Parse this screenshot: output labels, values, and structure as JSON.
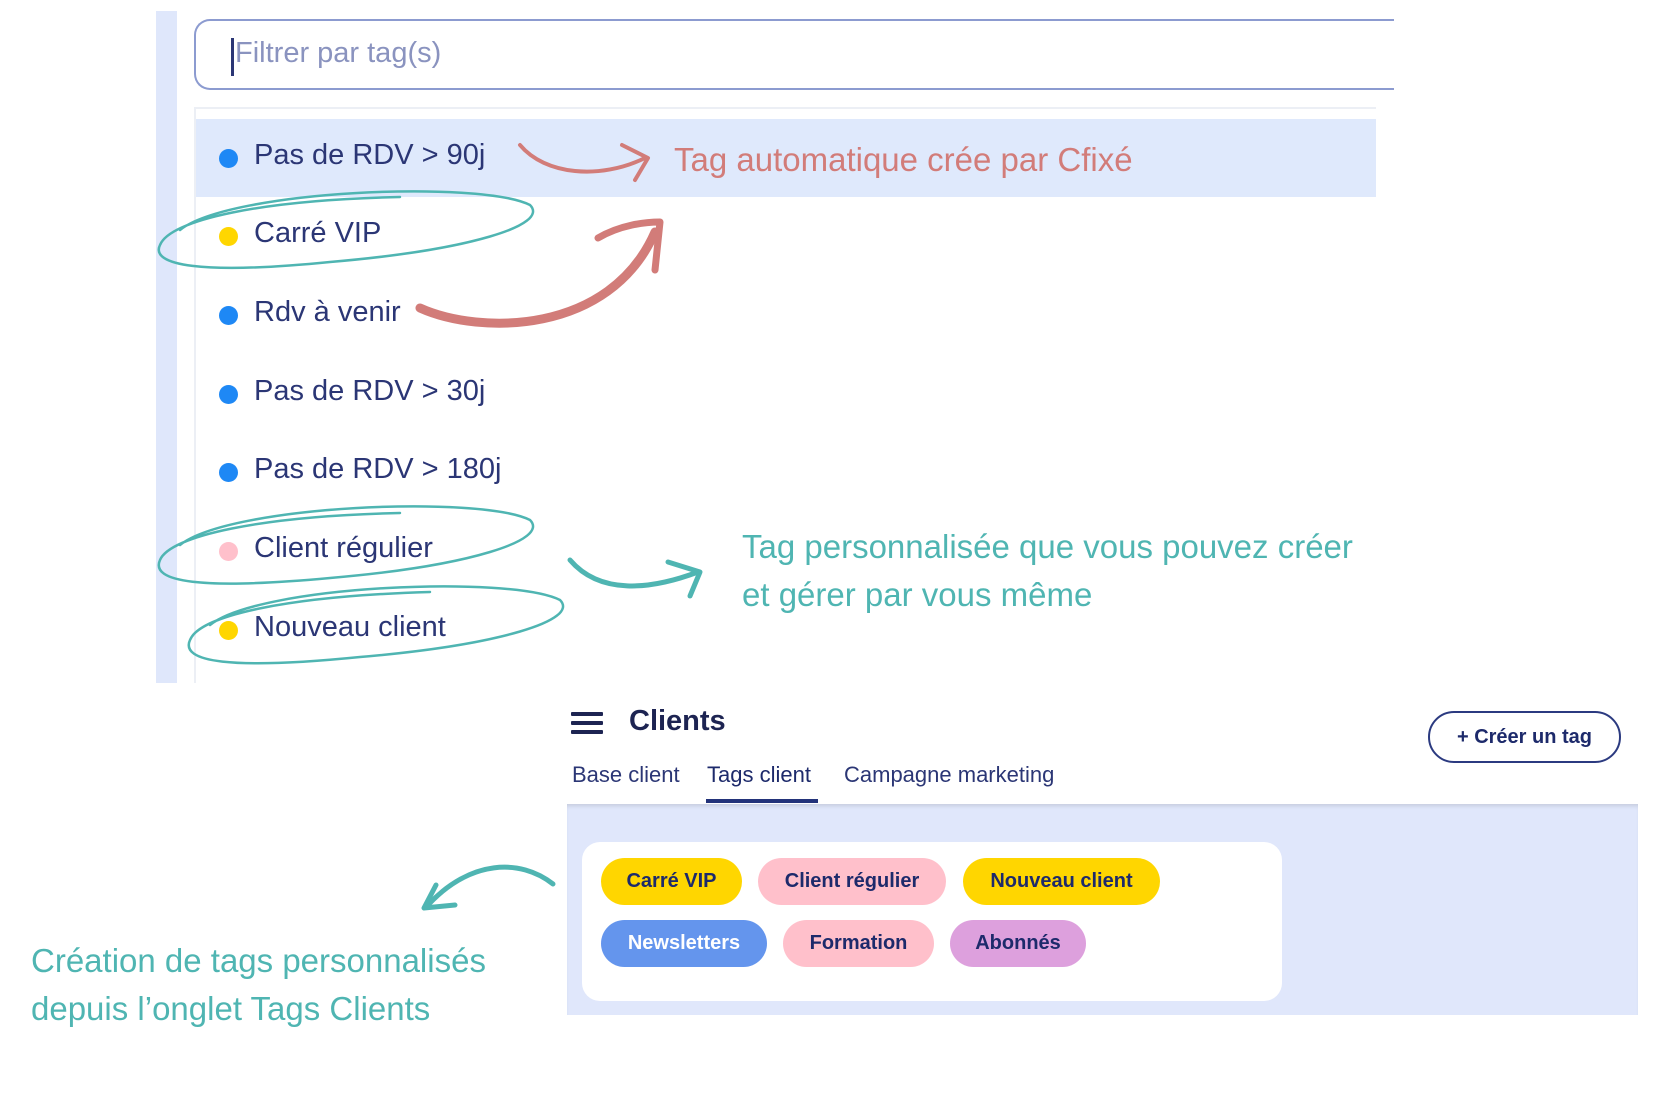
{
  "search": {
    "placeholder": "Filtrer par tag(s)"
  },
  "dropdown": {
    "items": [
      {
        "label": "Pas de RDV > 90j",
        "dot_color": "#1e88f5",
        "highlighted": true
      },
      {
        "label": "Carré VIP",
        "dot_color": "#ffd600"
      },
      {
        "label": "Rdv à venir",
        "dot_color": "#1e88f5"
      },
      {
        "label": "Pas de RDV > 30j",
        "dot_color": "#1e88f5"
      },
      {
        "label": "Pas de RDV > 180j",
        "dot_color": "#1e88f5"
      },
      {
        "label": "Client régulier",
        "dot_color": "#ffc0cb"
      },
      {
        "label": "Nouveau client",
        "dot_color": "#ffd600"
      }
    ]
  },
  "annotations": {
    "auto_tag": "Tag automatique crée par Cfixé",
    "custom_tag_line1": "Tag personnalisée que vous pouvez créer",
    "custom_tag_line2": "et gérer par vous même",
    "creation_line1": "Création de tags personnalisés",
    "creation_line2": "depuis l’onglet Tags Clients"
  },
  "clients": {
    "title": "Clients",
    "create_button": "+ Créer un tag",
    "tabs": [
      {
        "label": "Base client"
      },
      {
        "label": "Tags client",
        "active": true
      },
      {
        "label": "Campagne marketing"
      }
    ],
    "tags": [
      {
        "label": "Carré VIP",
        "color": "#ffd600"
      },
      {
        "label": "Client régulier",
        "color": "#ffc0cb"
      },
      {
        "label": "Nouveau client",
        "color": "#ffd600"
      },
      {
        "label": "Newsletters",
        "color": "#6495ed"
      },
      {
        "label": "Formation",
        "color": "#ffc0cb"
      },
      {
        "label": "Abonnés",
        "color": "#dda0dd"
      }
    ]
  }
}
